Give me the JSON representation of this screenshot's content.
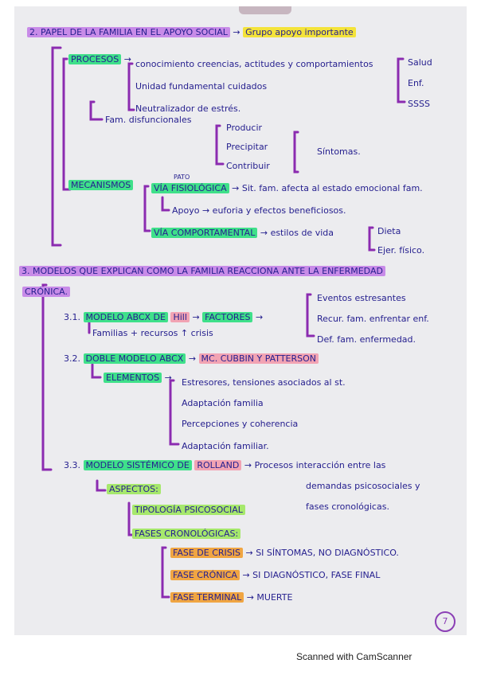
{
  "colors": {
    "ink": "#26208f",
    "bracket": "#8b2bb0",
    "purple": "#c88be8",
    "green": "#3fe08a",
    "yellow": "#f4e33a",
    "pink": "#f2a3b3",
    "orange": "#f0a542",
    "paper": "#ececef"
  },
  "footer": "Scanned with CamScanner",
  "page_number": "7",
  "s2": {
    "heading": "2. PAPEL DE LA FAMILIA EN EL APOYO SOCIAL",
    "heading_result": "Grupo apoyo importante",
    "procesos": "PROCESOS",
    "p1": "conocimiento creencias, actitudes y comportamientos",
    "p2": "Unidad fundamental cuidados",
    "p3": "Neutralizador de estrés.",
    "targets": [
      "Salud",
      "Enf.",
      "SSSS"
    ],
    "fam": "Fam. disfuncionales",
    "fam_items": [
      "Producir",
      "Precipitar",
      "Contribuir"
    ],
    "fam_result": "Síntomas.",
    "mecanismos": "MECANISMOS",
    "m1_small": "PATO",
    "m1": "VÍA FISIOLÓGICA",
    "m1_result": "Sit. fam. afecta al estado emocional fam.",
    "m1_sub": "Apoyo → euforia y efectos beneficiosos.",
    "m2": "VÍA COMPORTAMENTAL",
    "m2_result": "estilos de vida",
    "m2_items": [
      "Dieta",
      "Ejer. físico."
    ]
  },
  "s3": {
    "heading_1": "3. MODELOS QUE EXPLICAN COMO LA FAMILIA REACCIONA ANTE LA ENFERMEDAD",
    "heading_2": "CRÓNICA.",
    "m31_label": "3.1.",
    "m31": "MODELO ABCX DE",
    "m31_name": "Hill",
    "m31_result": "FACTORES",
    "m31_items": [
      "Eventos estresantes",
      "Recur. fam. enfrentar enf.",
      "Def. fam. enfermedad."
    ],
    "m31_sub": "Familias + recursos ↑ crisis",
    "m32_label": "3.2.",
    "m32": "DOBLE MODELO ABCX",
    "m32_result": "MC. CUBBIN Y PATTERSON",
    "elementos": "ELEMENTOS",
    "el_items": [
      "Estresores, tensiones asociados al st.",
      "Adaptación familia",
      "Percepciones y coherencia",
      "Adaptación familiar."
    ],
    "m33_label": "3.3.",
    "m33": "MODELO SISTÉMICO DE",
    "m33_name": "ROLLAND",
    "m33_result_1": "Procesos interacción entre las",
    "m33_result_2": "demandas psicosociales y",
    "m33_result_3": "fases cronológicas.",
    "aspectos": "ASPECTOS:",
    "tipologia": "TIPOLOGÍA PSICOSOCIAL",
    "fases": "FASES CRONOLÓGICAS:",
    "fase_items": [
      {
        "label": "FASE DE CRISIS",
        "result": "SI SÍNTOMAS, NO DIAGNÓSTICO."
      },
      {
        "label": "FASE CRÓNICA",
        "result": "SI DIAGNÓSTICO, FASE FINAL"
      },
      {
        "label": "FASE TERMINAL",
        "result": "MUERTE"
      }
    ]
  }
}
